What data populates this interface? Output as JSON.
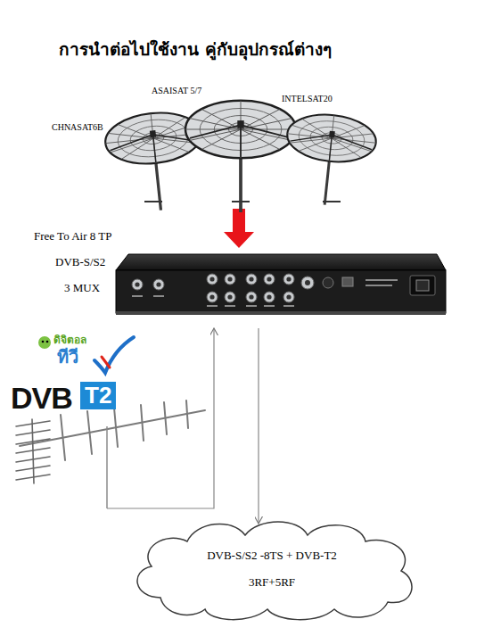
{
  "diagram": {
    "title": "การนำต่อไปใช้งาน คู่กับอุปกรณ์ต่างๆ",
    "nodes": [
      {
        "text": [
          "CHNASAT6B",
          "ASAISAT 5/7",
          "INTELSAT20"
        ]
      },
      {
        "text": [
          "Free To Air 8 TP",
          "DVB-S/S2",
          "3 MUX"
        ]
      },
      {
        "text": [
          "ดิจิตอล",
          "ทีวี",
          "DVB",
          "T2"
        ]
      },
      {
        "text": [
          "DVB-S/S2 -8TS + DVB-T2",
          "3RF+5RF"
        ]
      }
    ],
    "edges": [
      {
        "from": 0,
        "to": 1,
        "arrow": "to"
      },
      {
        "from": 2,
        "to": 1,
        "arrow": "to"
      },
      {
        "from": 1,
        "to": 3,
        "arrow": "to"
      }
    ]
  }
}
